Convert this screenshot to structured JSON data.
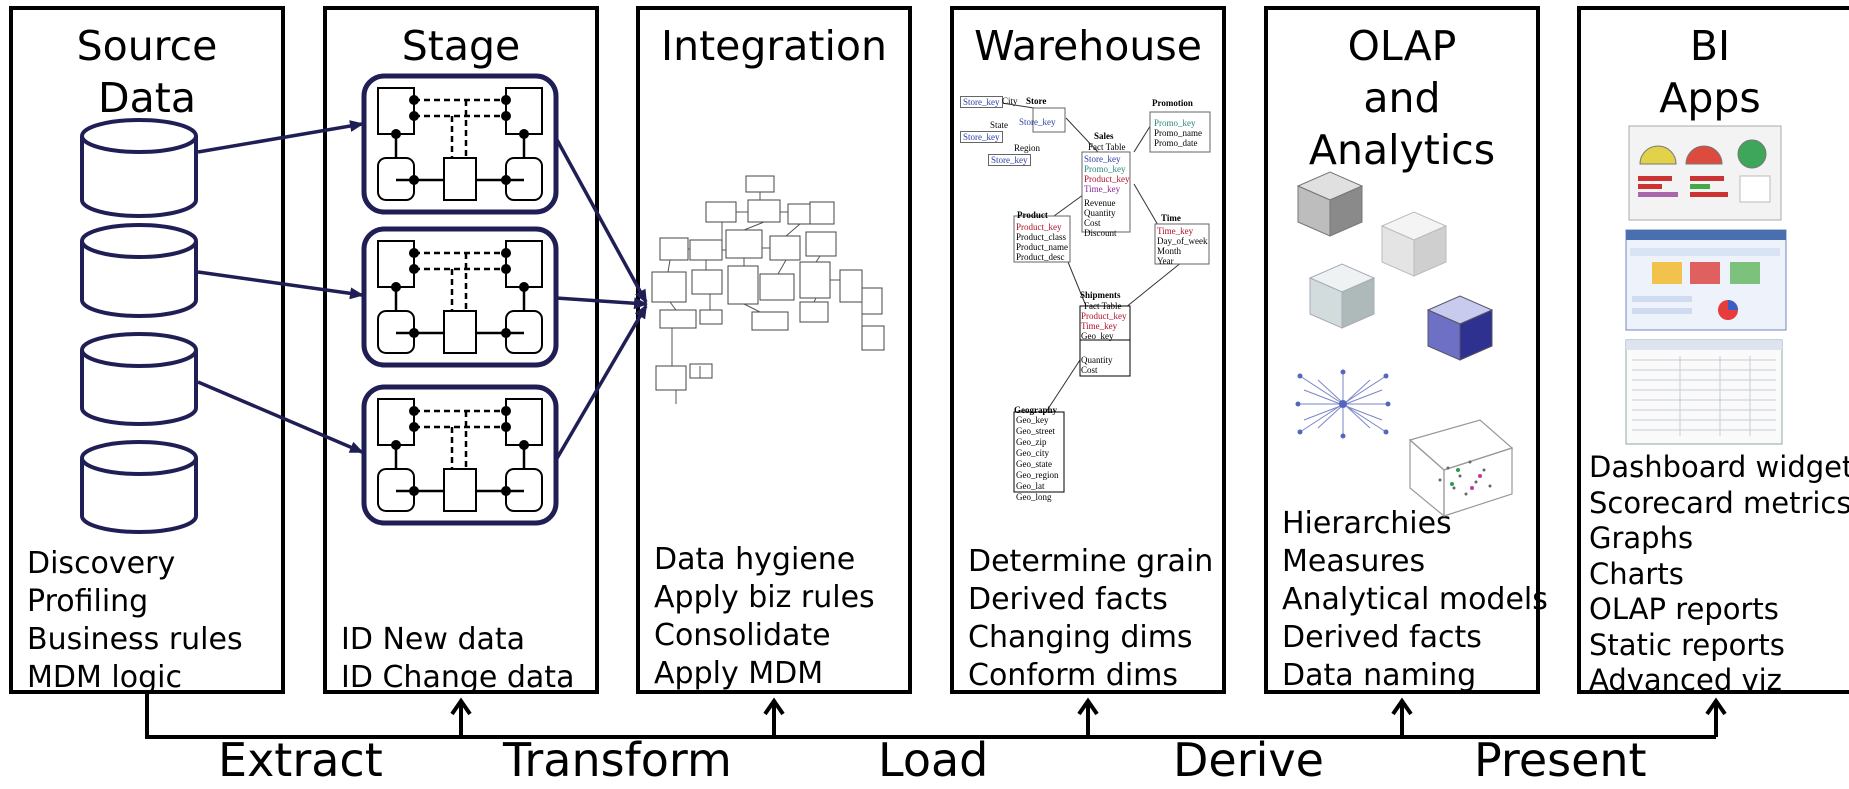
{
  "panels": [
    {
      "title": "Source\nData",
      "items": [
        "Discovery",
        "Profiling",
        "Business rules",
        "MDM logic"
      ]
    },
    {
      "title": "Stage",
      "items": [
        "ID New data",
        "ID Change data"
      ]
    },
    {
      "title": "Integration",
      "items": [
        "Data hygiene",
        "Apply biz rules",
        "Consolidate",
        "Apply MDM"
      ]
    },
    {
      "title": "Warehouse",
      "items": [
        "Determine grain",
        "Derived facts",
        "Changing dims",
        "Conform dims"
      ]
    },
    {
      "title": "OLAP\nand\nAnalytics",
      "items": [
        "Hierarchies",
        "Measures",
        "Analytical models",
        "Derived facts",
        "Data naming"
      ]
    },
    {
      "title": "BI\nApps",
      "items": [
        "Dashboard widgets",
        "Scorecard metrics",
        "Graphs",
        "Charts",
        "OLAP reports",
        "Static reports",
        "Advanced viz"
      ]
    }
  ],
  "phases": [
    "Extract",
    "Transform",
    "Load",
    "Derive",
    "Present"
  ],
  "star_schema": {
    "store": {
      "title": "Store",
      "fields": [
        "Store_key",
        "City",
        "State",
        "Region",
        "Store_key",
        "Store_key"
      ]
    },
    "promotion": {
      "title": "Promotion",
      "fields": [
        "Promo_key",
        "Promo_name",
        "Promo_date"
      ]
    },
    "sales": {
      "title": "Sales",
      "subtitle": "Fact Table",
      "keys": [
        "Store_key",
        "Promo_key",
        "Product_key",
        "Time_key"
      ],
      "measures": [
        "Revenue",
        "Quantity",
        "Cost",
        "Discount"
      ]
    },
    "product": {
      "title": "Product",
      "fields": [
        "Product_key",
        "Product_class",
        "Product_name",
        "Product_desc"
      ]
    },
    "time": {
      "title": "Time",
      "fields": [
        "Time_key",
        "Day_of_week",
        "Month",
        "Year"
      ]
    },
    "shipments": {
      "title": "Shipments",
      "subtitle": "Fact Table",
      "keys": [
        "Product_key",
        "Time_key",
        "Geo_key"
      ],
      "measures": [
        "Quantity",
        "Cost"
      ]
    },
    "geography": {
      "title": "Geography",
      "fields": [
        "Geo_key",
        "Geo_street",
        "Geo_zip",
        "Geo_city",
        "Geo_state",
        "Geo_region",
        "Geo_lat",
        "Geo_long"
      ]
    }
  },
  "colors": {
    "line": "#000000",
    "arrow": "#1f1f55",
    "stage_border": "#1f1f55",
    "key_blue": "#2b3fa8",
    "key_red": "#b0102a"
  }
}
